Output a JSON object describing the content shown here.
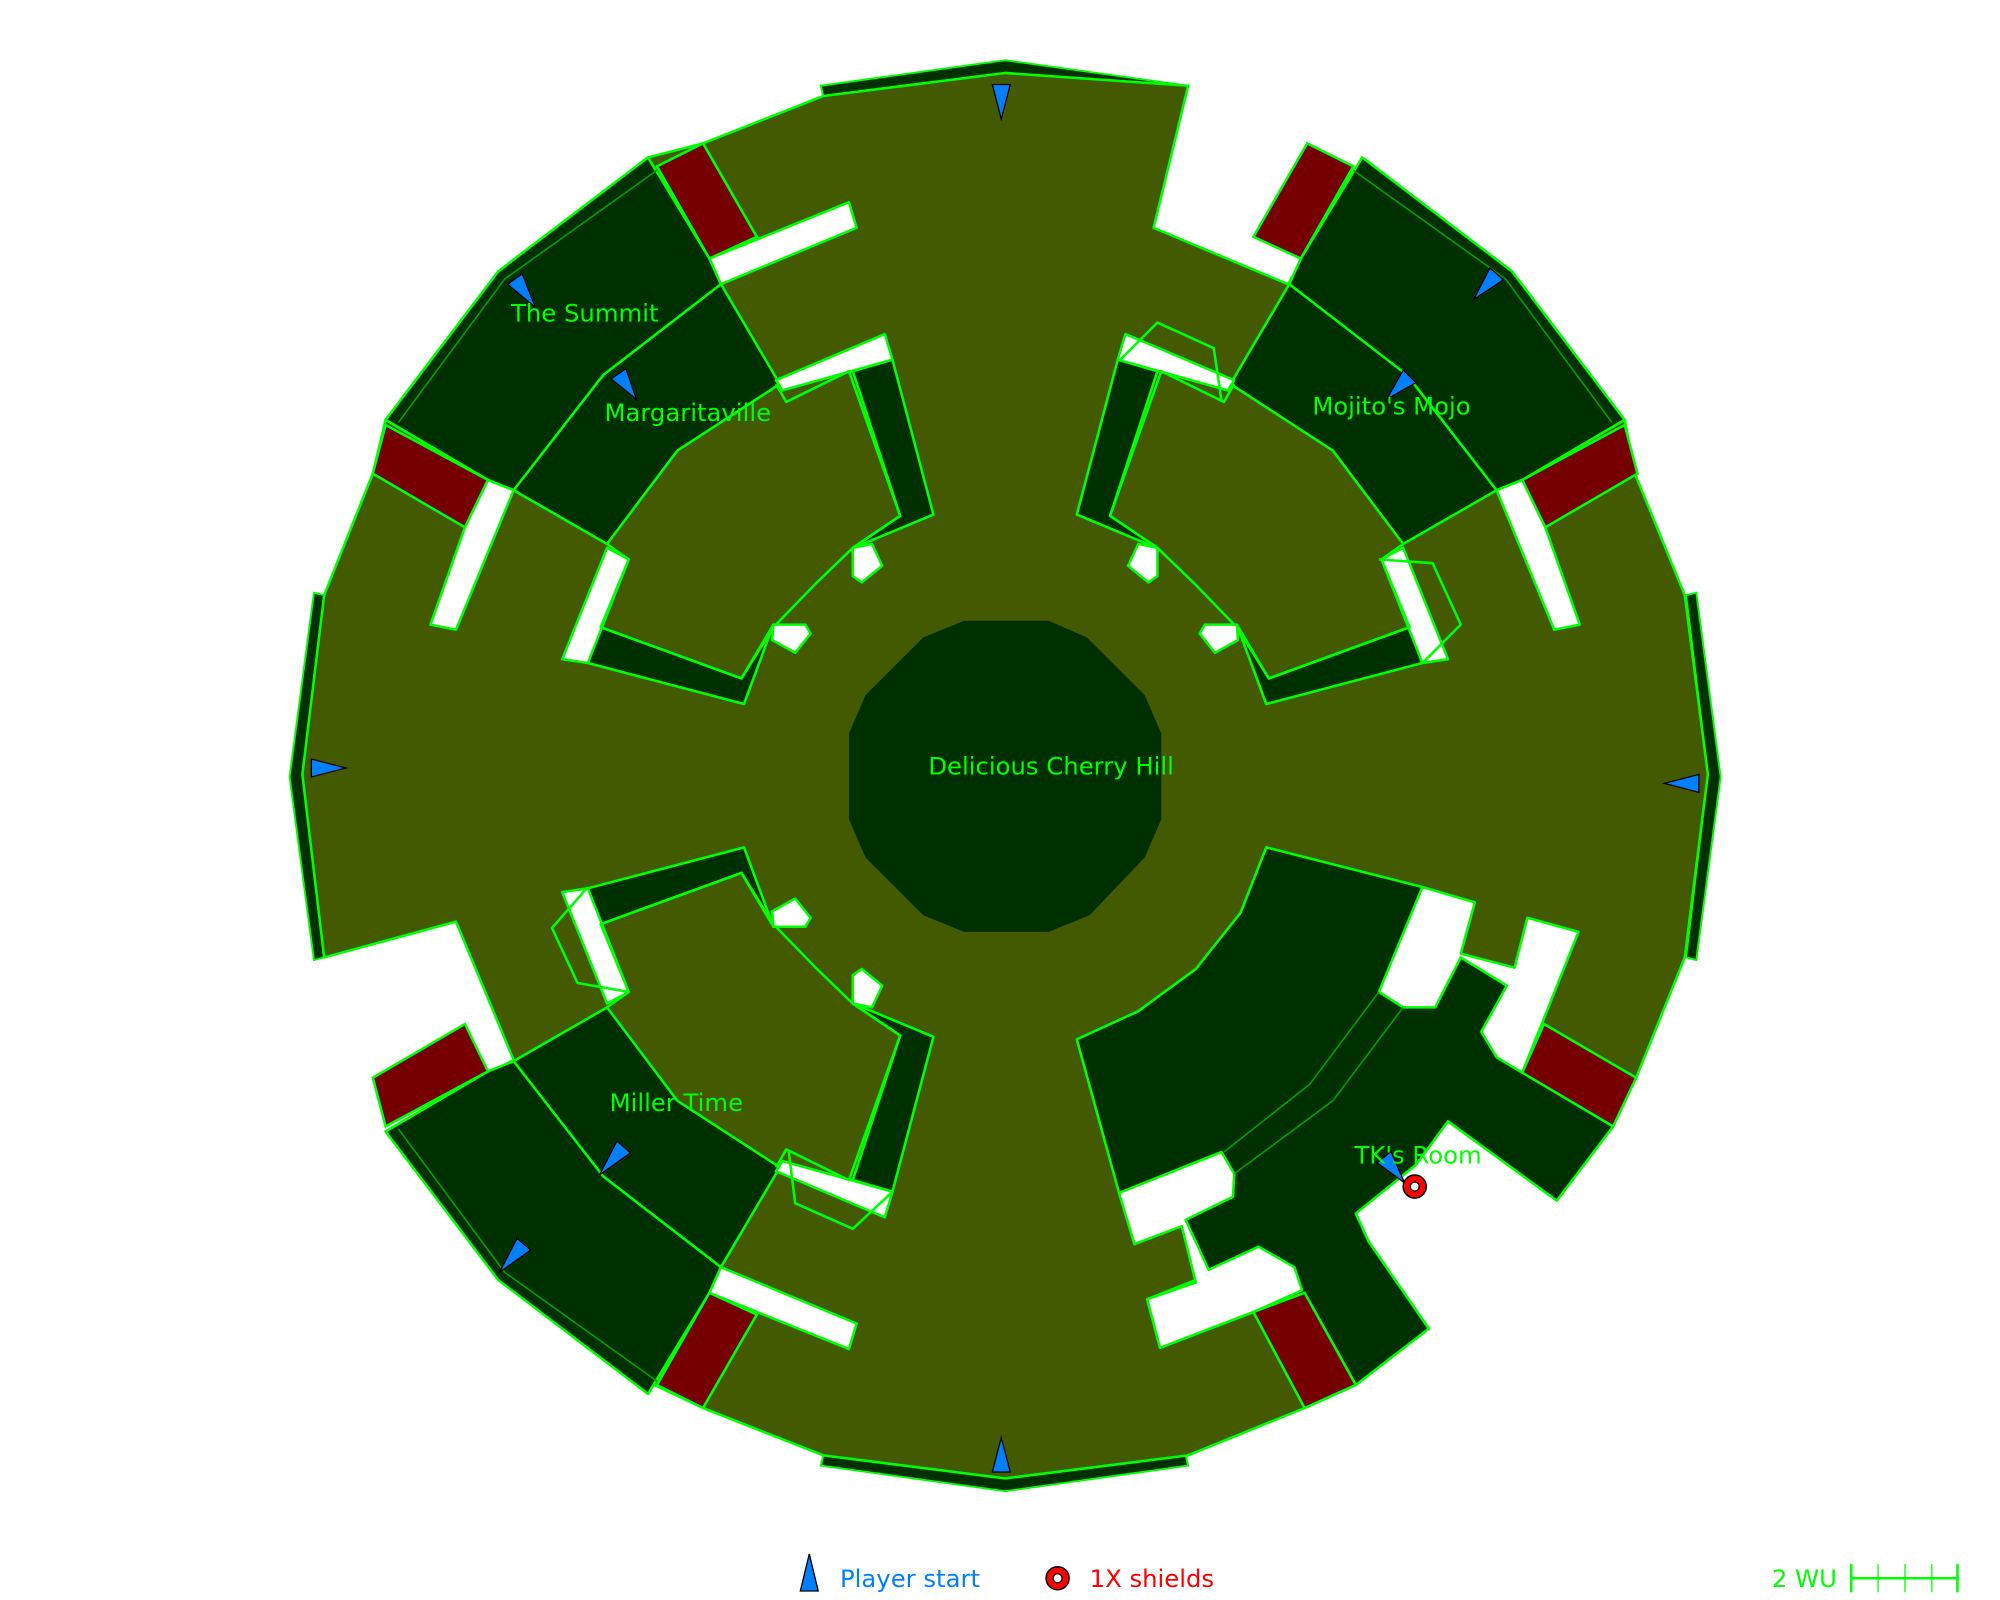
{
  "map": {
    "rooms": {
      "summit": "The Summit",
      "margaritaville": "Margaritaville",
      "mojito": "Mojito's Mojo",
      "center": "Delicious Cherry Hill",
      "miller": "Miller Time",
      "tk": "TK's Room"
    }
  },
  "legend": {
    "player_start": "Player start",
    "shields": "1X shields",
    "scale": "2 WU"
  },
  "colors": {
    "floor": "#445a00",
    "room": "#003000",
    "wall_line": "#00ff00",
    "hazard": "#760000",
    "player_start": "#0080ff",
    "shields": "#ff0000"
  },
  "icons": {
    "player_start": "blue-triangle-icon",
    "shields": "red-ring-icon"
  }
}
